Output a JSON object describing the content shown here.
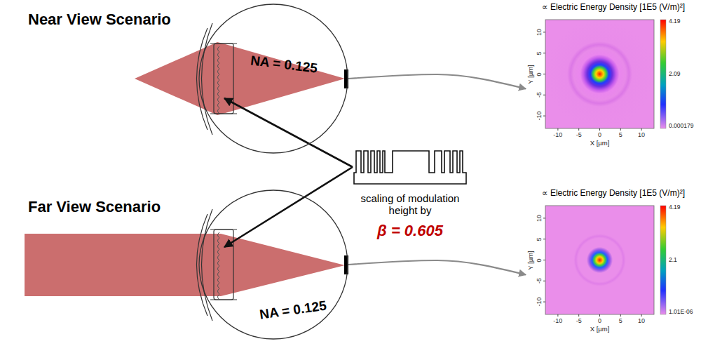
{
  "diagram": {
    "nodes": [
      {
        "text": [
          "Near View Scenario",
          "NA = 0.125"
        ]
      },
      {
        "text": [
          "∝ Electric Energy Density [1E5 (V/m)²]"
        ]
      },
      {
        "text": [
          "Far View Scenario",
          "NA = 0.125"
        ]
      },
      {
        "text": [
          "∝ Electric Energy Density [1E5 (V/m)²]"
        ]
      }
    ],
    "edges": [
      {
        "from": 0,
        "to": 1,
        "arrow": "to"
      },
      {
        "from": 2,
        "to": 3,
        "arrow": "to"
      }
    ],
    "labels": [
      "scaling of modulation height by",
      "β = 0.605",
      "10",
      "5",
      "0",
      "-5",
      "-10",
      "Y [µm]",
      "-10",
      "-5",
      "0",
      "5",
      "10",
      "X [µm]",
      "4.19",
      "2.09",
      "0.000179",
      "10",
      "5",
      "0",
      "-5",
      "-10",
      "Y [µm]",
      "-10",
      "-5",
      "0",
      "5",
      "10",
      "X [µm]",
      "4.19",
      "2.1",
      "1.01E-06"
    ]
  }
}
